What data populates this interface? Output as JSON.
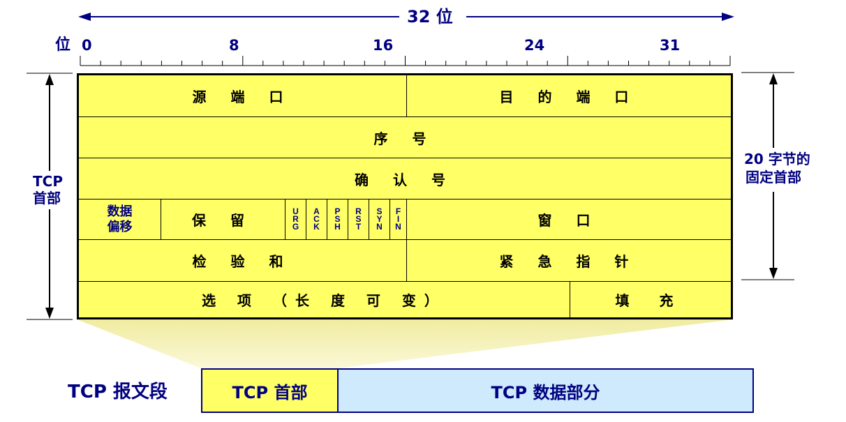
{
  "width_label": "32 位",
  "bit_axis": {
    "label": "位",
    "ticks": [
      "0",
      "8",
      "16",
      "24",
      "31"
    ]
  },
  "left_label": {
    "line1": "TCP",
    "line2": "首部"
  },
  "right_label": {
    "line1": "20 字节的",
    "line2": "固定首部"
  },
  "rows": {
    "src_port": "源 端 口",
    "dst_port": "目 的 端 口",
    "seq": "序 号",
    "ack_num": "确 认 号",
    "data_offset_1": "数据",
    "data_offset_2": "偏移",
    "reserved": "保 留",
    "window": "窗 口",
    "checksum": "检 验 和",
    "urgent_ptr": "紧 急 指 针",
    "options": "选 项 （长 度 可 变）",
    "padding": "填 充"
  },
  "flags": [
    "URG",
    "ACK",
    "PSH",
    "RST",
    "SYN",
    "FIN"
  ],
  "segment": {
    "label": "TCP 报文段",
    "header": "TCP 首部",
    "data": "TCP 数据部分"
  },
  "colors": {
    "header_fill": "#ffff66",
    "data_fill": "#cfeafc",
    "text_blue": "#000080",
    "funnel_fill": "#f4f0b0"
  }
}
